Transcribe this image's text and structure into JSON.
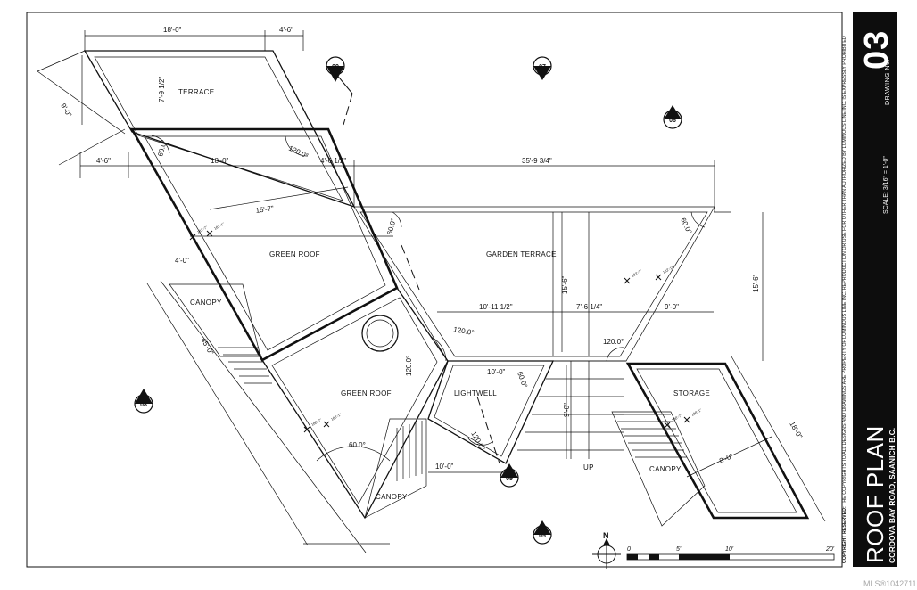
{
  "title": "ROOF PLAN",
  "address": "CORDOVA BAY ROAD, SAANICH B.C.",
  "scale": "SCALE: 3/16\" = 1'-0\"",
  "drawing_no_label": "DRAWING No.",
  "drawing_number": "03",
  "copyright": "COPYRIGHT RESERVED: THE COPYRIGHTS TO ALL DESIGNS AND DRAWINGS ARE PROPERTY OF LUMINOUS LINE INC. REPRODUCTION OR USE FOR OTHER THAN AUTHORIZED BY LUMINOUS LINE INC. IS EXPRESSLY PROHIBITED",
  "copyright_lead": "COPYRIGHT RESERVED:",
  "watermark": "MLS®1042711",
  "north_label": "N",
  "up_label": "UP",
  "rooms": {
    "terrace": "TERRACE",
    "green_roof_1": "GREEN ROOF",
    "green_roof_2": "GREEN ROOF",
    "garden_terrace": "GARDEN TERRACE",
    "canopy_1": "CANOPY",
    "canopy_2": "CANOPY",
    "canopy_3": "CANOPY",
    "lightwell": "LIGHTWELL",
    "storage": "STORAGE"
  },
  "section_markers": [
    "09",
    "07",
    "06",
    "08",
    "09",
    "05"
  ],
  "dimensions": {
    "top_18": "18'-0\"",
    "top_4_6": "4'-6\"",
    "left_9": "9'-0\"",
    "terrace_7_9": "7'-9 1/2\"",
    "row_4_6": "4'-6\"",
    "row_18": "18'-0\"",
    "row_4_6b": "4'-6 1/2\"",
    "row_35": "35'-9 3/4\"",
    "diag_15_7": "15'-7\"",
    "left_4_0": "4'-0\"",
    "left_45": "45'-0\"",
    "garden_15_6": "15'-6\"",
    "right_15_6": "15'-6\"",
    "mid_10_11": "10'-11 1/2\"",
    "mid_7_6": "7'-6 1/4\"",
    "mid_9_0": "9'-0\"",
    "light_10_0": "10'-0\"",
    "stair_9_0": "9'-0\"",
    "bottom_10_0": "10'-0\"",
    "storage_18": "18'-0\"",
    "storage_8": "8'-0\""
  },
  "angles": {
    "a60_1": "60.0°",
    "a120_1": "120.0°",
    "a60_2": "60.0°",
    "a60_3": "60.0°",
    "a120_2": "120.0°",
    "a120_3": "120.0°",
    "a60_4": "60.0°",
    "a120_4": "120.0°",
    "a60_5": "60.0°",
    "a120_5": "120.0°"
  },
  "elevations": {
    "e1": "182'-7\"",
    "e2": "182'-1\"",
    "e3": "182'-7\"",
    "e4": "182'-11\"",
    "e5": "180'-7\"",
    "e6": "180'-1\"",
    "e7": "180'-7\"",
    "e8": "180'-1\""
  },
  "scale_bar": {
    "marks": [
      "0",
      "5'",
      "10'",
      "20'"
    ]
  }
}
